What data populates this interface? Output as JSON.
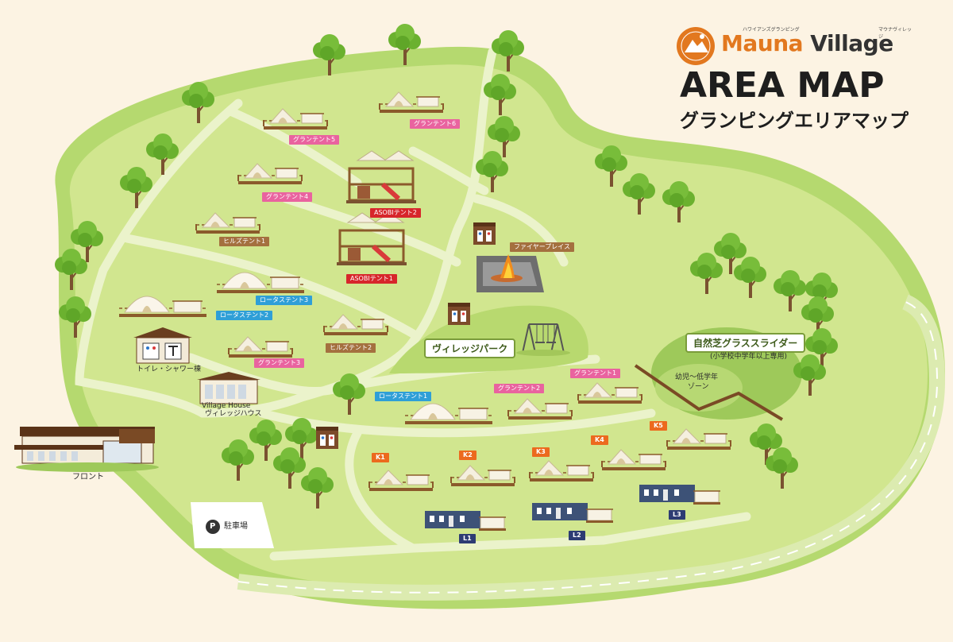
{
  "brand": {
    "name_part1": "Mauna",
    "name_part2": "Village",
    "kana_left": "ハワイアンズグランピング",
    "kana_right": "マウナヴィレッジ",
    "badge_text": "Mauna Village",
    "accent_color": "#e2781f"
  },
  "title": "AREA MAP",
  "subtitle": "グランピングエリアマップ",
  "colors": {
    "background": "#fcf3e3",
    "island_border": "#b5d96f",
    "grass": "#d1e68f",
    "path": "#ebf3cb",
    "tree": "#6bb12f"
  },
  "tent_labels": [
    {
      "id": "glamp6",
      "text": "グランテント6",
      "style": "pink"
    },
    {
      "id": "glamp5",
      "text": "グランテント5",
      "style": "pink"
    },
    {
      "id": "glamp4",
      "text": "グランテント4",
      "style": "pink"
    },
    {
      "id": "hills1",
      "text": "ヒルズテント1",
      "style": "brown"
    },
    {
      "id": "lotus3",
      "text": "ロータステント3",
      "style": "blue"
    },
    {
      "id": "lotus2",
      "text": "ロータステント2",
      "style": "blue"
    },
    {
      "id": "glamp3",
      "text": "グランテント3",
      "style": "pink"
    },
    {
      "id": "hills2",
      "text": "ヒルズテント2",
      "style": "brown"
    },
    {
      "id": "asobi2",
      "text": "ASOBIテント2",
      "style": "red"
    },
    {
      "id": "asobi1",
      "text": "ASOBIテント1",
      "style": "red"
    },
    {
      "id": "lotus1",
      "text": "ロータステント1",
      "style": "blue"
    },
    {
      "id": "glamp2",
      "text": "グランテント2",
      "style": "pink"
    },
    {
      "id": "glamp1",
      "text": "グランテント1",
      "style": "pink"
    },
    {
      "id": "fireplace",
      "text": "ファイヤープレイス",
      "style": "brown"
    }
  ],
  "cabin_labels": {
    "k1": "K1",
    "k2": "K2",
    "k3": "K3",
    "k4": "K4",
    "k5": "K5",
    "l1": "L1",
    "l2": "L2",
    "l3": "L3"
  },
  "facilities": {
    "toilet_shower": "トイレ・シャワー棟",
    "village_house_en": "Village House",
    "village_house_jp": "ヴィレッジハウス",
    "front": "フロント",
    "parking_icon": "P",
    "parking": "駐車場",
    "village_park": "ヴィレッジパーク",
    "grass_slider": "自然芝グラススライダー",
    "grass_slider_note": "(小学校中学年以上専用)",
    "kids_zone_line1": "幼児～低学年",
    "kids_zone_line2": "ゾーン"
  },
  "icons": [
    "restroom-icon",
    "shower-icon",
    "parking-icon",
    "campfire-icon",
    "swing-icon",
    "tree-icon",
    "tent-icon",
    "building-icon"
  ]
}
